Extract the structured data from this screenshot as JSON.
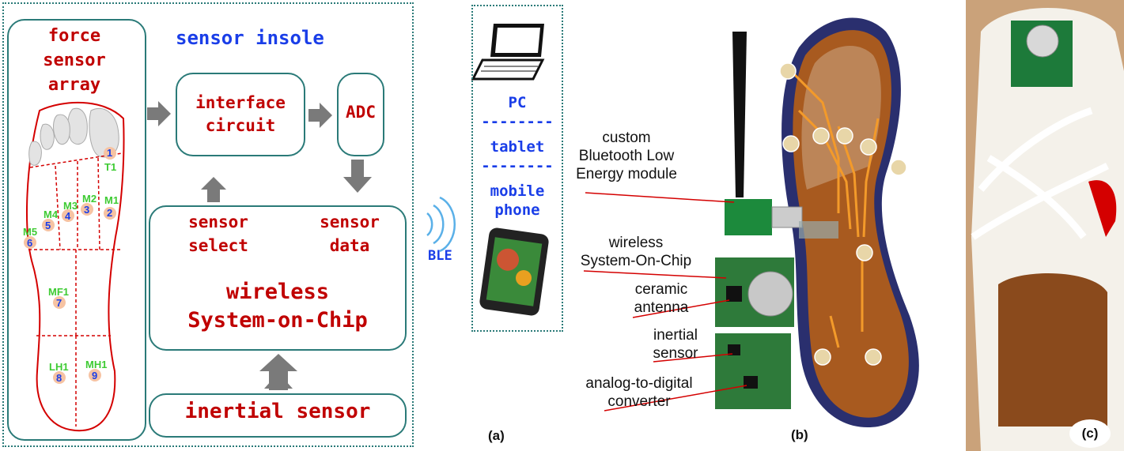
{
  "panel_a": {
    "caption": "(a)",
    "force_array_title": [
      "force",
      "sensor",
      "array"
    ],
    "insole_title": "sensor insole",
    "interface_label": [
      "interface",
      "circuit"
    ],
    "adc_label": "ADC",
    "sensor_select": [
      "sensor",
      "select"
    ],
    "sensor_data": [
      "sensor",
      "data"
    ],
    "soc_label": [
      "wireless",
      "System-on-Chip"
    ],
    "inertial_label": "inertial sensor",
    "ble_label": "BLE",
    "devices": [
      "PC",
      "tablet",
      "mobile",
      "phone"
    ],
    "separator": "--------",
    "sensors": [
      {
        "name": "T1",
        "num": "1"
      },
      {
        "name": "M1",
        "num": "2"
      },
      {
        "name": "M2",
        "num": "3"
      },
      {
        "name": "M3",
        "num": "4"
      },
      {
        "name": "M4",
        "num": "5"
      },
      {
        "name": "M5",
        "num": "6"
      },
      {
        "name": "MF1",
        "num": "7"
      },
      {
        "name": "LH1",
        "num": "8"
      },
      {
        "name": "MH1",
        "num": "9"
      }
    ]
  },
  "panel_b": {
    "caption": "(b)",
    "labels": [
      [
        "custom",
        "Bluetooth Low",
        "Energy module"
      ],
      [
        "wireless",
        "System-On-Chip"
      ],
      [
        "ceramic",
        "antenna"
      ],
      [
        "inertial",
        "sensor"
      ],
      [
        "analog-to-digital",
        "converter"
      ]
    ]
  },
  "panel_c": {
    "caption": "(c)"
  },
  "colors": {
    "teal": "#2a7a78",
    "red": "#c00000",
    "blue": "#1a3ee8",
    "green": "#3ecb33"
  }
}
